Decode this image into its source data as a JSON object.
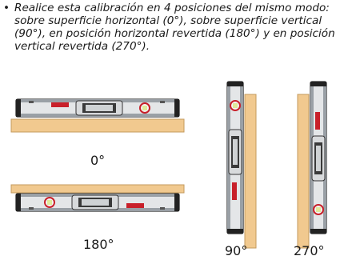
{
  "instruction": {
    "bullet": "•",
    "text": "Realice esta calibración en 4 posiciones del mismo modo: sobre superficie horizontal (0°), sobre superficie vertical (90°), en posición horizontal revertida (180°) y en posición vertical revertida (270°)."
  },
  "positions": {
    "p0": "0°",
    "p180": "180°",
    "p90": "90°",
    "p270": "270°"
  },
  "colors": {
    "wood": "#f1c98f",
    "wood_stroke": "#c49a5e",
    "level_body": "#e4e6e8",
    "level_stroke": "#333333",
    "accent_red": "#c8202a"
  }
}
